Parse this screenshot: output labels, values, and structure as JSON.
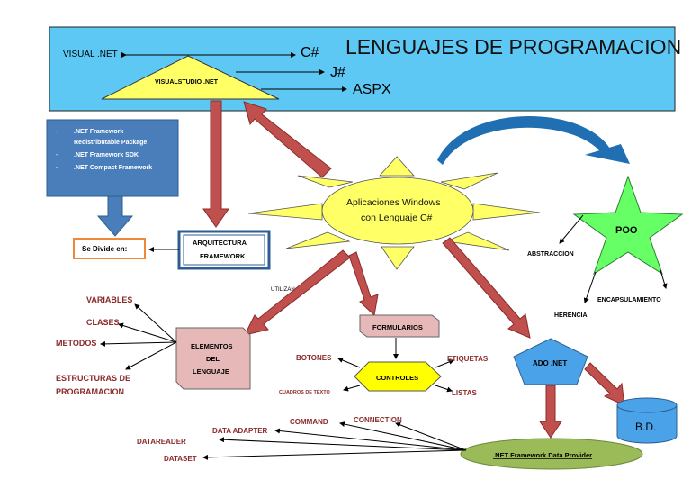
{
  "title": "LENGUAJES DE PROGRAMACION",
  "header": {
    "visual_net": "VISUAL .NET",
    "visual_studio": "VISUALSTUDIO .NET",
    "lang_cs": "C#",
    "lang_js": "J#",
    "lang_aspx": "ASPX"
  },
  "framework_box": {
    "items": [
      {
        "bullet": "-",
        "lines": [
          ".NET Framework",
          "Redistributable Package"
        ]
      },
      {
        "bullet": "-",
        "lines": [
          ".NET Framework SDK"
        ]
      },
      {
        "bullet": "-",
        "lines": [
          ".NET Compact Framework"
        ]
      }
    ]
  },
  "se_divide": "Se Divide en:",
  "arquitectura": {
    "line1": "ARQUITECTURA",
    "line2": "FRAMEWORK"
  },
  "sun_center": {
    "line1": "Aplicaciones Windows",
    "line2": "con Lenguaje C#"
  },
  "poo": {
    "label": "POO",
    "abstraccion": "ABSTRACCION",
    "herencia": "HERENCIA",
    "encapsulamiento": "ENCAPSULAMIENTO"
  },
  "utilizan": "UTILIZAN",
  "elementos": {
    "line1": "ELEMENTOS",
    "line2": "DEL",
    "line3": "LENGUAJE",
    "items": {
      "variables": "VARIABLES",
      "clases": "CLASES",
      "metodos": "METODOS",
      "estructuras1": "ESTRUCTURAS DE",
      "estructuras2": "PROGRAMACION"
    }
  },
  "formularios": "FORMULARIOS",
  "controles": {
    "label": "CONTROLES",
    "botones": "BOTONES",
    "etiquetas": "ETIQUETAS",
    "cuadros": "CUADROS DE TEXTO",
    "listas": "LISTAS"
  },
  "ado": "ADO .NET",
  "bd": "B.D.",
  "provider": {
    "label": ".NET Framework Data Provider",
    "command": "COMMAND",
    "connection": "CONNECTION",
    "data_adapter": "DATA ADAPTER",
    "datareader": "DATAREADER",
    "dataset": "DATASET"
  },
  "colors": {
    "header_bg": "#5ec8f5",
    "triangle": "#ffff66",
    "sun": "#ffff66",
    "blue_box": "#4a7ebb",
    "dark_red": "#8b2a2a",
    "pink_box": "#e6b9b8",
    "star": "#66ff66",
    "pentagon": "#4aa3e8",
    "cylinder": "#4aa3e8",
    "provider_ellipse": "#9bbb59",
    "curved_arrow": "#1f6fb2"
  }
}
